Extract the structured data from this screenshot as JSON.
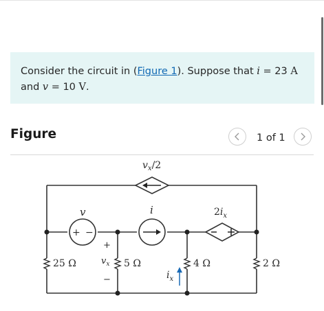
{
  "problem": {
    "text_before_link": "Consider the circuit in (",
    "link_text": "Figure 1",
    "text_after_link": "). Suppose that ",
    "current_symbol": "i",
    "current_equals": " = 23 ",
    "current_unit": "A",
    "line2_start": "and ",
    "voltage_symbol": "v",
    "voltage_equals": " = 10 ",
    "voltage_unit": "V",
    "end": "."
  },
  "figure": {
    "title": "Figure",
    "page_indicator": "1 of 1"
  },
  "circuit": {
    "labels": {
      "dep_current_top": "v",
      "dep_current_top_sub": "x",
      "dep_current_top_rest": "/2",
      "voltage_source": "v",
      "current_source": "i",
      "dep_voltage_coef": "2",
      "dep_voltage_var": "i",
      "dep_voltage_sub": "x",
      "r1": "25 Ω",
      "vx_plus": "+",
      "vx_label": "v",
      "vx_sub": "x",
      "vx_minus": "−",
      "r2": "5 Ω",
      "ix_label": "i",
      "ix_sub": "x",
      "r3": "4 Ω",
      "r4": "2 Ω"
    }
  },
  "colors": {
    "accent": "#1169b4",
    "prompt_bg": "#e5f5f5"
  }
}
